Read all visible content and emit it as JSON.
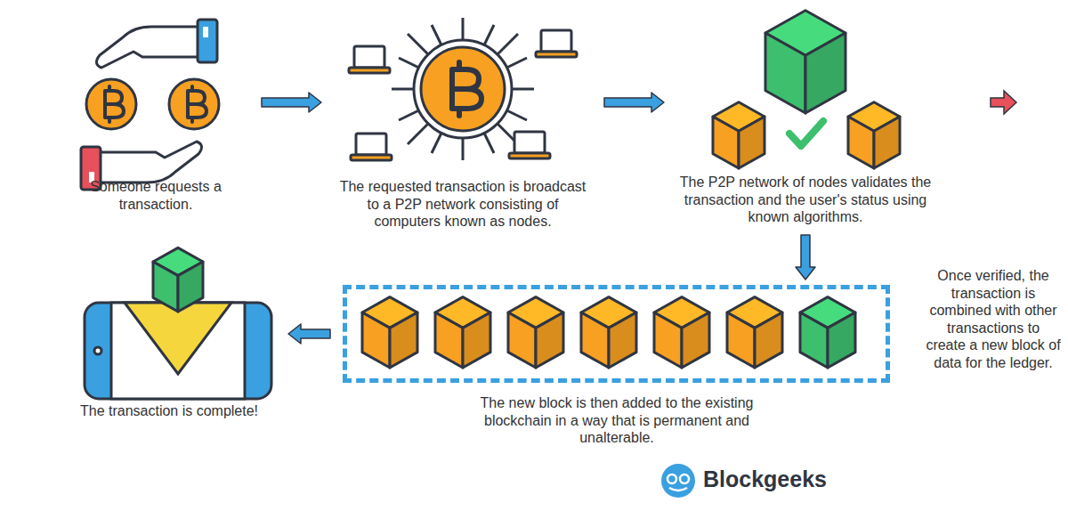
{
  "diagram": {
    "nodes": [
      {
        "text": [
          "Someone requests a transaction."
        ]
      },
      {
        "text": [
          "The requested transaction is broadcast to a P2P network consisting of computers known as nodes."
        ]
      },
      {
        "text": [
          "The P2P network of nodes validates the transaction and the user's status using known algorithms."
        ]
      },
      {
        "text": [
          "Once verified, the transaction is combined with other transactions to create a new block of data for the ledger."
        ]
      },
      {
        "text": [
          "The new block is then added to the existing blockchain in a way that is permanent and unalterable."
        ]
      },
      {
        "text": [
          "The transaction is complete!"
        ]
      }
    ],
    "edges": [
      {
        "from": 0,
        "to": 1,
        "arrow": "to"
      },
      {
        "from": 1,
        "to": 2,
        "arrow": "to"
      },
      {
        "from": 2,
        "to": 4,
        "arrow": "to"
      },
      {
        "from": 4,
        "to": 5,
        "arrow": "to"
      }
    ],
    "labels": [
      "Blockgeeks"
    ]
  }
}
